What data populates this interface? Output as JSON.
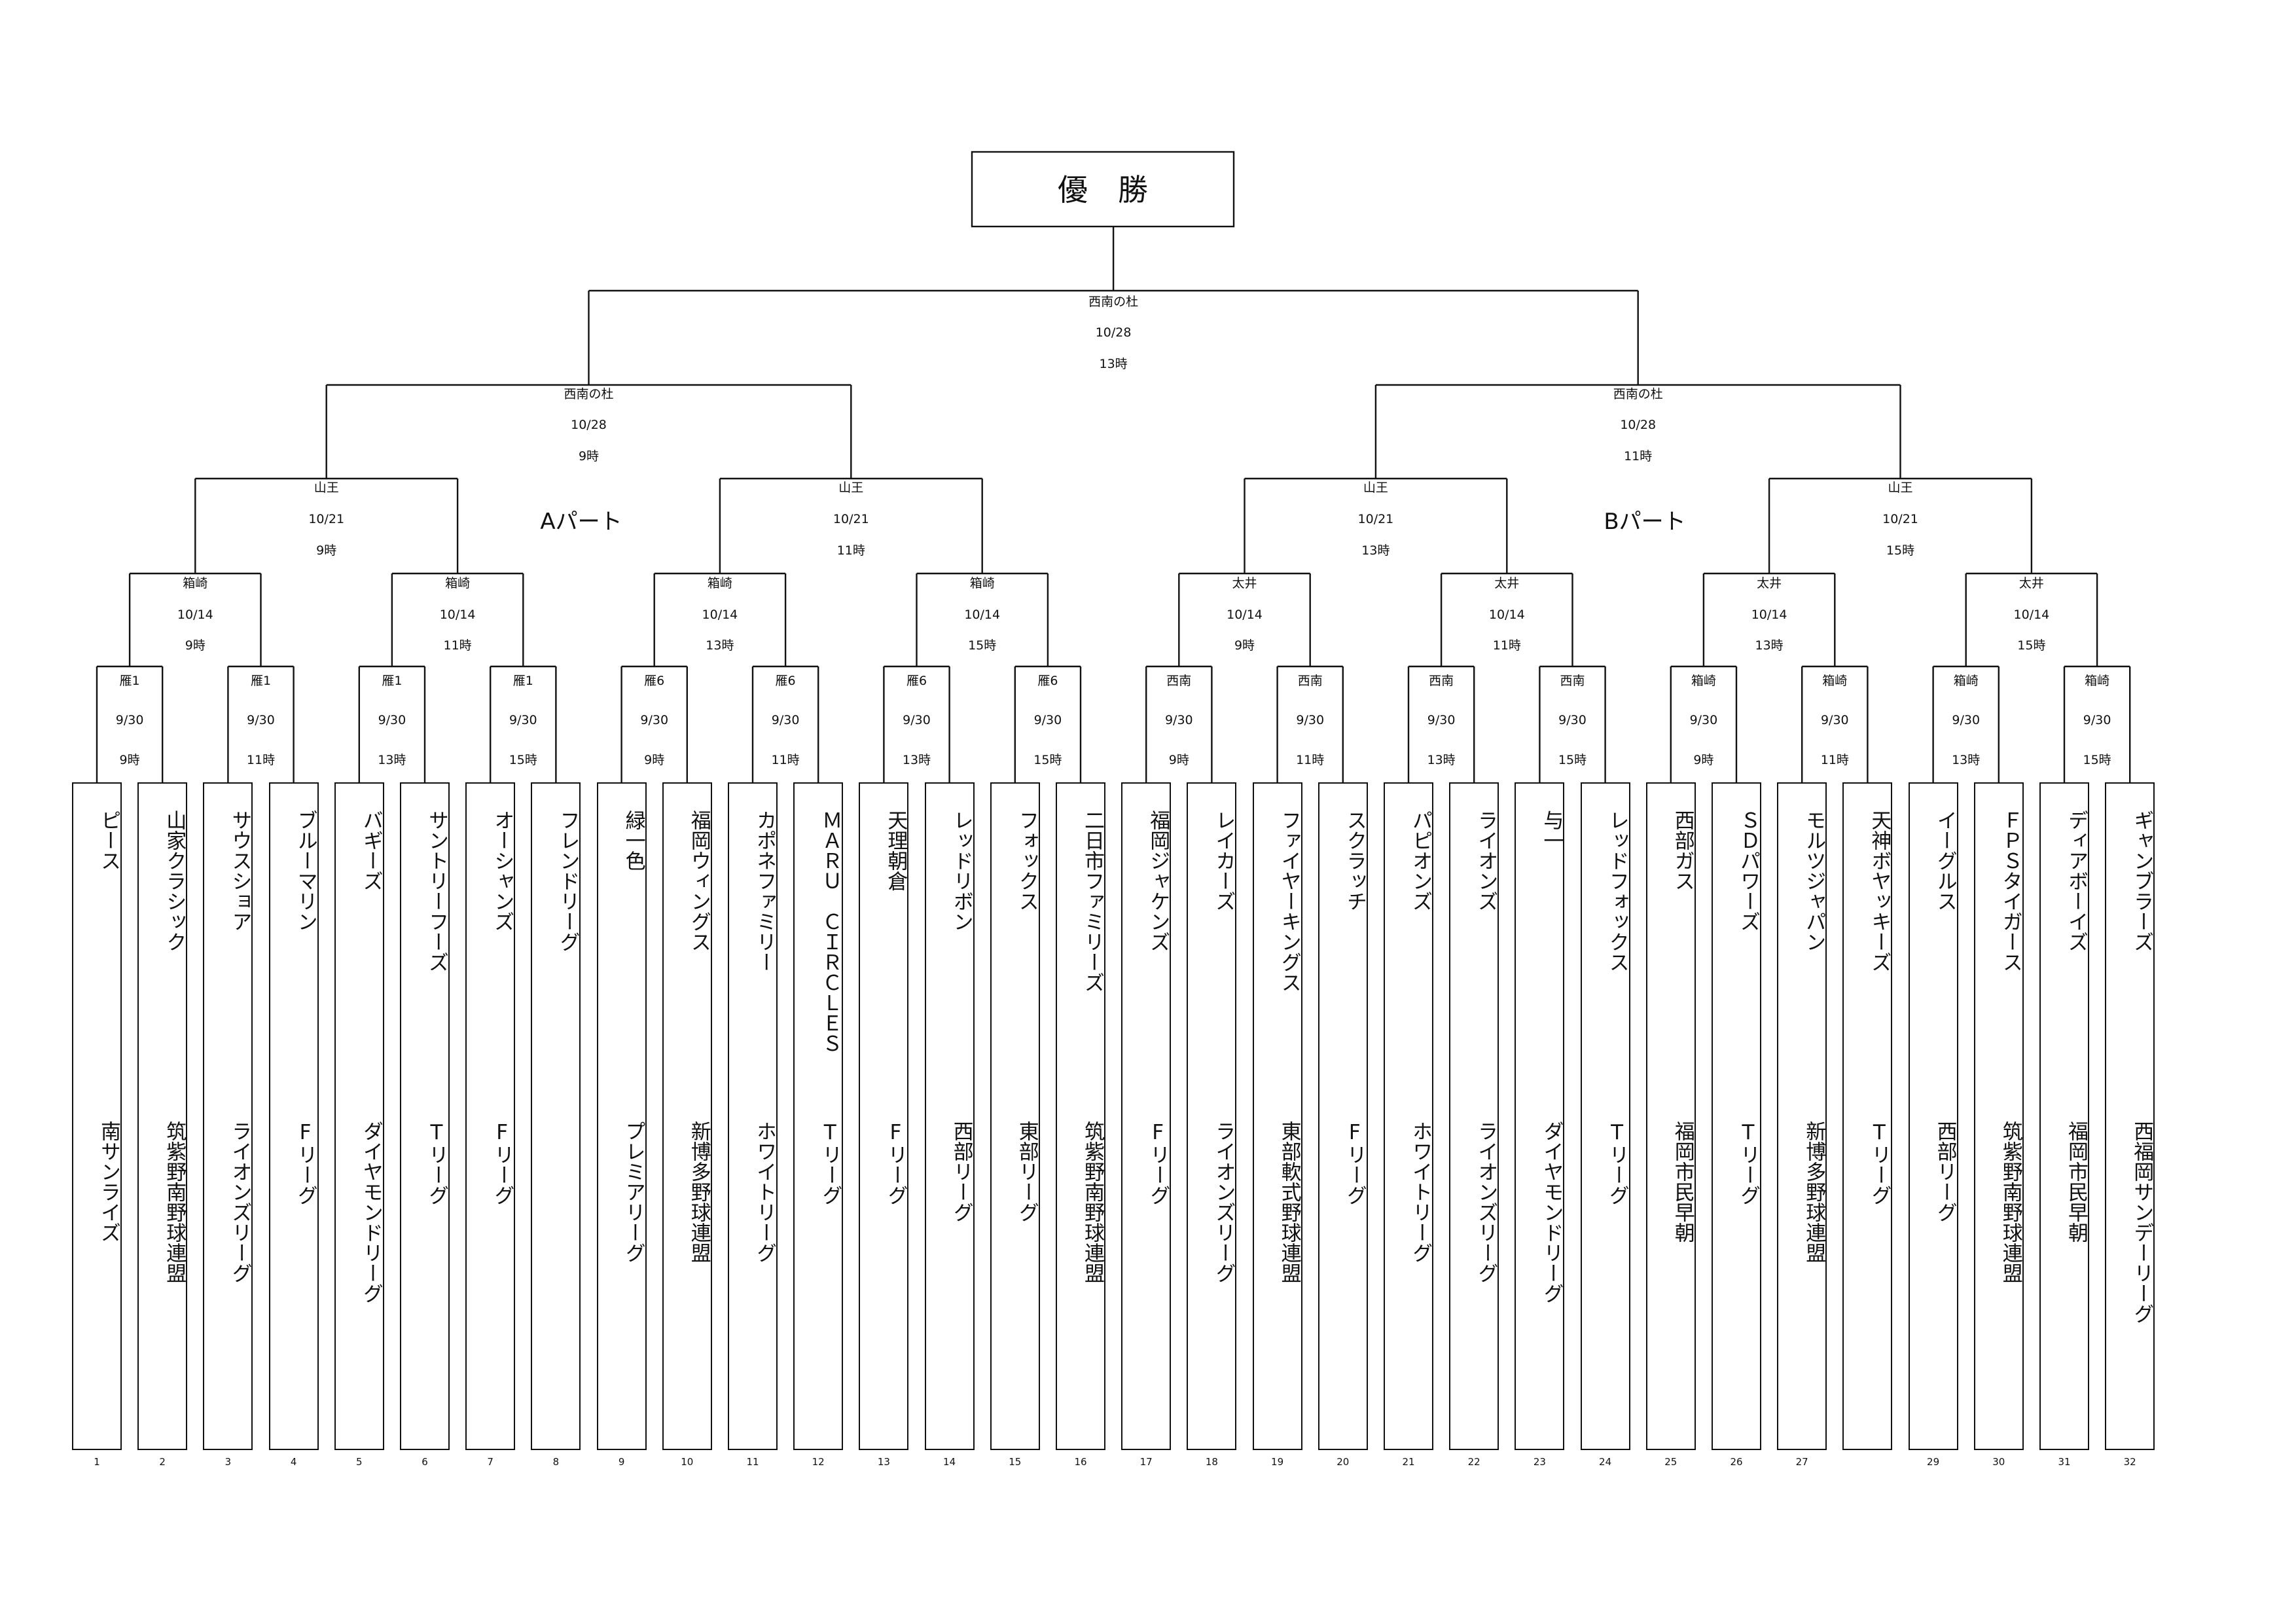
{
  "champion_label": "優　勝",
  "final": {
    "venue": "西南の杜",
    "date": "10/28",
    "time": "13時"
  },
  "semifinals": [
    {
      "venue": "西南の杜",
      "date": "10/28",
      "time": "9時"
    },
    {
      "venue": "西南の杜",
      "date": "10/28",
      "time": "11時"
    }
  ],
  "part_labels": [
    "Aパート",
    "Bパート"
  ],
  "quarterfinals": [
    {
      "venue": "山王",
      "date": "10/21",
      "time": "9時"
    },
    {
      "venue": "山王",
      "date": "10/21",
      "time": "11時"
    },
    {
      "venue": "山王",
      "date": "10/21",
      "time": "13時"
    },
    {
      "venue": "山王",
      "date": "10/21",
      "time": "15時"
    }
  ],
  "round2": [
    {
      "venue": "箱崎",
      "date": "10/14",
      "time": "9時"
    },
    {
      "venue": "箱崎",
      "date": "10/14",
      "time": "11時"
    },
    {
      "venue": "箱崎",
      "date": "10/14",
      "time": "13時"
    },
    {
      "venue": "箱崎",
      "date": "10/14",
      "time": "15時"
    },
    {
      "venue": "太井",
      "date": "10/14",
      "time": "9時"
    },
    {
      "venue": "太井",
      "date": "10/14",
      "time": "11時"
    },
    {
      "venue": "太井",
      "date": "10/14",
      "time": "13時"
    },
    {
      "venue": "太井",
      "date": "10/14",
      "time": "15時"
    }
  ],
  "round1": [
    {
      "venue": "雁1",
      "date": "9/30",
      "time": "9時"
    },
    {
      "venue": "雁1",
      "date": "9/30",
      "time": "11時"
    },
    {
      "venue": "雁1",
      "date": "9/30",
      "time": "13時"
    },
    {
      "venue": "雁1",
      "date": "9/30",
      "time": "15時"
    },
    {
      "venue": "雁6",
      "date": "9/30",
      "time": "9時"
    },
    {
      "venue": "雁6",
      "date": "9/30",
      "time": "11時"
    },
    {
      "venue": "雁6",
      "date": "9/30",
      "time": "13時"
    },
    {
      "venue": "雁6",
      "date": "9/30",
      "time": "15時"
    },
    {
      "venue": "西南",
      "date": "9/30",
      "time": "9時"
    },
    {
      "venue": "西南",
      "date": "9/30",
      "time": "11時"
    },
    {
      "venue": "西南",
      "date": "9/30",
      "time": "13時"
    },
    {
      "venue": "西南",
      "date": "9/30",
      "time": "15時"
    },
    {
      "venue": "箱崎",
      "date": "9/30",
      "time": "9時"
    },
    {
      "venue": "箱崎",
      "date": "9/30",
      "time": "11時"
    },
    {
      "venue": "箱崎",
      "date": "9/30",
      "time": "13時"
    },
    {
      "venue": "箱崎",
      "date": "9/30",
      "time": "15時"
    }
  ],
  "teams": [
    {
      "num": "1",
      "name": "ピース",
      "league": "南サンライズ"
    },
    {
      "num": "2",
      "name": "山家クラシック",
      "league": "筑紫野南野球連盟"
    },
    {
      "num": "3",
      "name": "サウスショア",
      "league": "ライオンズリーグ"
    },
    {
      "num": "4",
      "name": "ブルーマリン",
      "league": "Fリーグ"
    },
    {
      "num": "5",
      "name": "バギーズ",
      "league": "ダイヤモンドリーグ"
    },
    {
      "num": "6",
      "name": "サントリーフーズ",
      "league": "Tリーグ"
    },
    {
      "num": "7",
      "name": "オーシャンズ",
      "league": "Fリーグ"
    },
    {
      "num": "8",
      "name": "フレンドリーグ",
      "league": ""
    },
    {
      "num": "9",
      "name": "緑一色",
      "league": "プレミアリーグ"
    },
    {
      "num": "10",
      "name": "福岡ウィングス",
      "league": "新博多野球連盟"
    },
    {
      "num": "11",
      "name": "カポネファミリー",
      "league": "ホワイトリーグ"
    },
    {
      "num": "12",
      "name": "ＭＡＲＵ　ＣＩＲＣＬＥＳ",
      "league": "Tリーグ"
    },
    {
      "num": "13",
      "name": "天理朝倉",
      "league": "Fリーグ"
    },
    {
      "num": "14",
      "name": "レッドリボン",
      "league": "西部リーグ"
    },
    {
      "num": "15",
      "name": "フォックス",
      "league": "東部リーグ"
    },
    {
      "num": "16",
      "name": "二日市ファミリーズ",
      "league": "筑紫野南野球連盟"
    },
    {
      "num": "17",
      "name": "福岡ジャケンズ",
      "league": "Fリーグ"
    },
    {
      "num": "18",
      "name": "レイカーズ",
      "league": "ライオンズリーグ"
    },
    {
      "num": "19",
      "name": "ファイヤーキングス",
      "league": "東部軟式野球連盟"
    },
    {
      "num": "20",
      "name": "スクラッチ",
      "league": "Fリーグ"
    },
    {
      "num": "21",
      "name": "パピオンズ",
      "league": "ホワイトリーグ"
    },
    {
      "num": "22",
      "name": "ライオンズ",
      "league": "ライオンズリーグ"
    },
    {
      "num": "23",
      "name": "与一",
      "league": "ダイヤモンドリーグ"
    },
    {
      "num": "24",
      "name": "レッドフォックス",
      "league": "Tリーグ"
    },
    {
      "num": "25",
      "name": "西部ガス",
      "league": "福岡市民早朝"
    },
    {
      "num": "26",
      "name": "ＳＤパワーズ",
      "league": "Tリーグ"
    },
    {
      "num": "27",
      "name": "モルツジャパン",
      "league": "新博多野球連盟"
    },
    {
      "num": "",
      "name": "天神ボヤッキーズ",
      "league": "Tリーグ"
    },
    {
      "num": "29",
      "name": "イーグルス",
      "league": "西部リーグ"
    },
    {
      "num": "30",
      "name": "ＦＰＳタイガース",
      "league": "筑紫野南野球連盟"
    },
    {
      "num": "31",
      "name": "ディアボーイズ",
      "league": "福岡市民早朝"
    },
    {
      "num": "32",
      "name": "ギャンブラーズ",
      "league": "西福岡サンデーリーグ"
    }
  ]
}
